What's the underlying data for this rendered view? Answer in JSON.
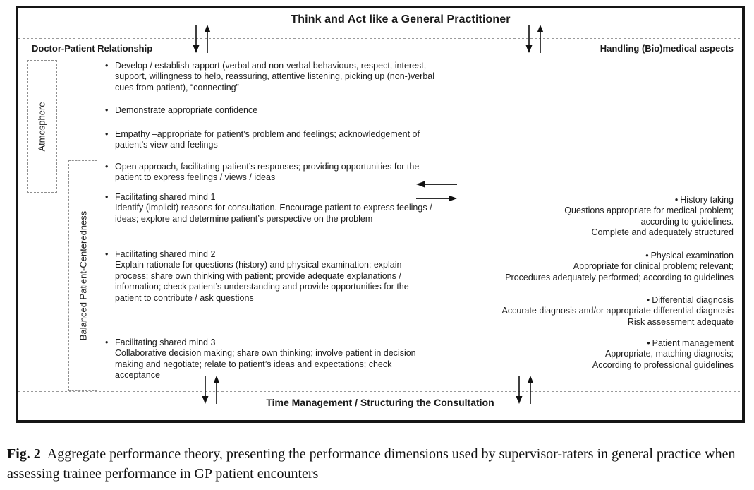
{
  "figure": {
    "title": "Think and Act like a General Practitioner",
    "left_header": "Doctor-Patient Relationship",
    "right_header": "Handling (Bio)medical aspects",
    "bottom_label": "Time Management / Structuring the Consultation",
    "atmosphere_label": "Atmosphere",
    "balanced_label": "Balanced Patient-Centeredness",
    "bullet_glyph": "•",
    "left_items": [
      {
        "text": "Develop / establish rapport (verbal and non-verbal behaviours, respect, interest, support, willingness to help, reassuring, attentive listening, picking up (non-)verbal cues from patient), “connecting”"
      },
      {
        "text": "Demonstrate appropriate confidence"
      },
      {
        "text": "Empathy –appropriate for patient’s problem and feelings; acknowledgement of patient’s view and feelings"
      },
      {
        "text": "Open approach, facilitating patient’s responses; providing opportunities for the patient to express feelings / views / ideas"
      },
      {
        "title": "Facilitating shared mind 1",
        "text": "Identify (implicit) reasons for consultation. Encourage patient to express feelings / ideas; explore and determine patient’s perspective on the problem"
      },
      {
        "title": "Facilitating shared mind 2",
        "text": "Explain rationale for questions (history) and physical examination; explain process; share own thinking with patient; provide adequate explanations / information; check patient’s understanding and provide opportunities for the patient to contribute / ask questions"
      },
      {
        "title": "Facilitating shared mind 3",
        "text": "Collaborative decision making; share own thinking; involve patient in decision making and negotiate; relate to patient’s ideas and expectations; check acceptance"
      }
    ],
    "right_items": [
      {
        "title": "History taking",
        "lines": [
          "Questions appropriate for medical problem;",
          "according to guidelines.",
          "Complete and adequately structured"
        ]
      },
      {
        "title": "Physical examination",
        "lines": [
          "Appropriate for clinical problem; relevant;",
          "Procedures adequately performed; according to guidelines"
        ]
      },
      {
        "title": "Differential diagnosis",
        "lines": [
          "Accurate diagnosis and/or appropriate differential diagnosis",
          "Risk assessment adequate"
        ]
      },
      {
        "title": "Patient management",
        "lines": [
          "Appropriate, matching diagnosis;",
          "According to professional guidelines"
        ]
      }
    ]
  },
  "caption": {
    "label": "Fig. 2",
    "text": "Aggregate performance theory, presenting the performance dimensions used by supervisor-raters in general practice when assessing trainee performance in GP patient encounters"
  },
  "colors": {
    "text": "#1a1a1a",
    "border": "#151515",
    "dashed_line": "#9a9a9a"
  }
}
